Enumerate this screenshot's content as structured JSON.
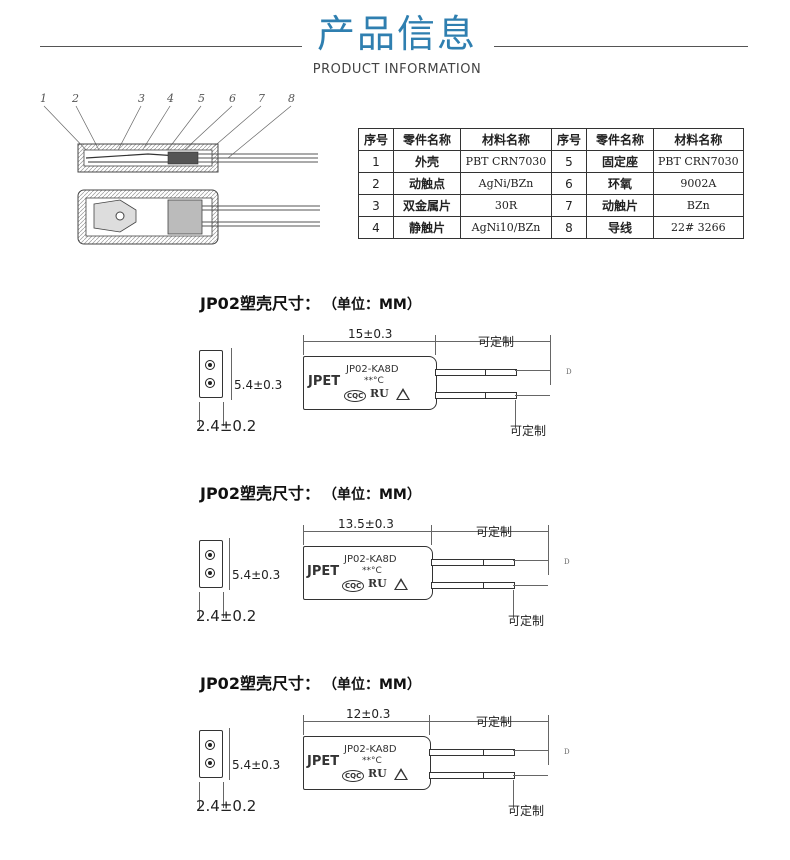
{
  "header": {
    "title": "产品信息",
    "subtitle": "PRODUCT INFORMATION"
  },
  "drawing": {
    "callouts": [
      "1",
      "2",
      "3",
      "4",
      "5",
      "6",
      "7",
      "8"
    ]
  },
  "table": {
    "headers": [
      "序号",
      "零件名称",
      "材料名称",
      "序号",
      "零件名称",
      "材料名称"
    ],
    "rows": [
      {
        "n1": "1",
        "p1": "外壳",
        "m1": "PBT CRN7030",
        "n2": "5",
        "p2": "固定座",
        "m2": "PBT CRN7030"
      },
      {
        "n1": "2",
        "p1": "动触点",
        "m1": "AgNi/BZn",
        "n2": "6",
        "p2": "环氧",
        "m2": "9002A"
      },
      {
        "n1": "3",
        "p1": "双金属片",
        "m1": "30R",
        "n2": "7",
        "p2": "动触片",
        "m2": "BZn"
      },
      {
        "n1": "4",
        "p1": "静触片",
        "m1": "AgNi10/BZn",
        "n2": "8",
        "p2": "导线",
        "m2": "22# 3266"
      }
    ]
  },
  "sections": [
    {
      "title": "JP02塑壳尺寸：",
      "unit": "（单位：MM）",
      "length": "15±0.3",
      "height": "5.4±0.3",
      "width": "2.4±0.2",
      "custom_top": "可定制",
      "custom_bottom": "可定制",
      "brand": "JPET",
      "model": "JP02-KA8D",
      "temp": "**°C",
      "cert_cqc": "CQC",
      "cert_ul": "RU",
      "dim_d": "D"
    },
    {
      "title": "JP02塑壳尺寸：",
      "unit": "（单位：MM）",
      "length": "13.5±0.3",
      "height": "5.4±0.3",
      "width": "2.4±0.2",
      "custom_top": "可定制",
      "custom_bottom": "可定制",
      "brand": "JPET",
      "model": "JP02-KA8D",
      "temp": "**°C",
      "cert_cqc": "CQC",
      "cert_ul": "RU",
      "dim_d": "D"
    },
    {
      "title": "JP02塑壳尺寸：",
      "unit": "（单位：MM）",
      "length": "12±0.3",
      "height": "5.4±0.3",
      "width": "2.4±0.2",
      "custom_top": "可定制",
      "custom_bottom": "可定制",
      "brand": "JPET",
      "model": "JP02-KA8D",
      "temp": "**°C",
      "cert_cqc": "CQC",
      "cert_ul": "RU",
      "dim_d": "D"
    }
  ]
}
